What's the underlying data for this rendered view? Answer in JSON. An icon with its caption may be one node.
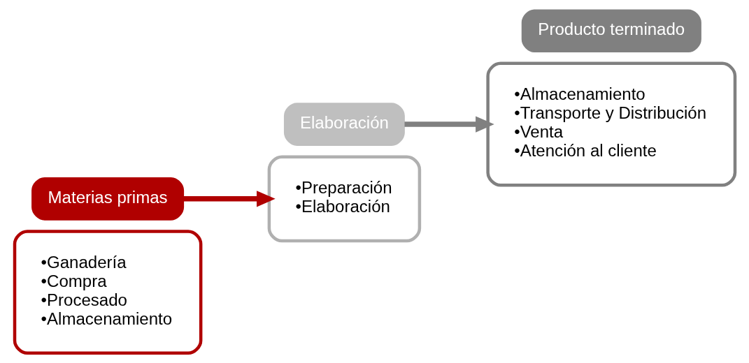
{
  "diagram": {
    "nodes": [
      {
        "text": [
          "•Ganadería",
          "•Compra",
          "•Procesado",
          "•Almacenamiento"
        ]
      },
      {
        "text": [
          "Materias primas"
        ]
      },
      {
        "text": [
          "Elaboración"
        ]
      },
      {
        "text": [
          "•Preparación",
          "•Elaboración"
        ]
      },
      {
        "text": [
          "•Almacenamiento",
          "•Transporte y Distribución",
          "•Venta",
          "•Atención al cliente"
        ]
      },
      {
        "text": [
          "Producto terminado"
        ]
      }
    ],
    "edges": [
      {
        "from": 1,
        "to": 3,
        "arrow": "to",
        "color": "#b00000"
      },
      {
        "from": 2,
        "to": 4,
        "arrow": "to",
        "color": "#808080"
      }
    ]
  }
}
